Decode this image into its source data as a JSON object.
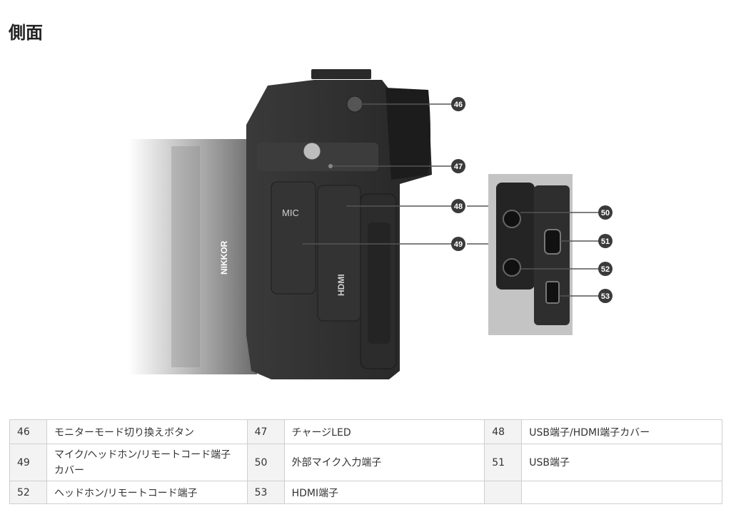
{
  "page": {
    "title": "側面"
  },
  "figure": {
    "lens_text": "NIKKOR",
    "mic_text": "MIC",
    "hdmi_text": "HDMI",
    "callouts": [
      "46",
      "47",
      "48",
      "49",
      "50",
      "51",
      "52",
      "53"
    ],
    "colors": {
      "callout_fill": "#3a3a3a",
      "callout_text": "#ffffff",
      "body": "#2e2e2e",
      "panel": "#bdbdbd"
    }
  },
  "table": {
    "rows": [
      [
        {
          "num": "46",
          "label": "モニターモード切り換えボタン"
        },
        {
          "num": "47",
          "label": "チャージLED"
        },
        {
          "num": "48",
          "label": "USB端子/HDMI端子カバー"
        }
      ],
      [
        {
          "num": "49",
          "label": "マイク/ヘッドホン/リモートコード端子カバー"
        },
        {
          "num": "50",
          "label": "外部マイク入力端子"
        },
        {
          "num": "51",
          "label": "USB端子"
        }
      ],
      [
        {
          "num": "52",
          "label": "ヘッドホン/リモートコード端子"
        },
        {
          "num": "53",
          "label": "HDMI端子"
        },
        {
          "num": "",
          "label": ""
        }
      ]
    ]
  }
}
